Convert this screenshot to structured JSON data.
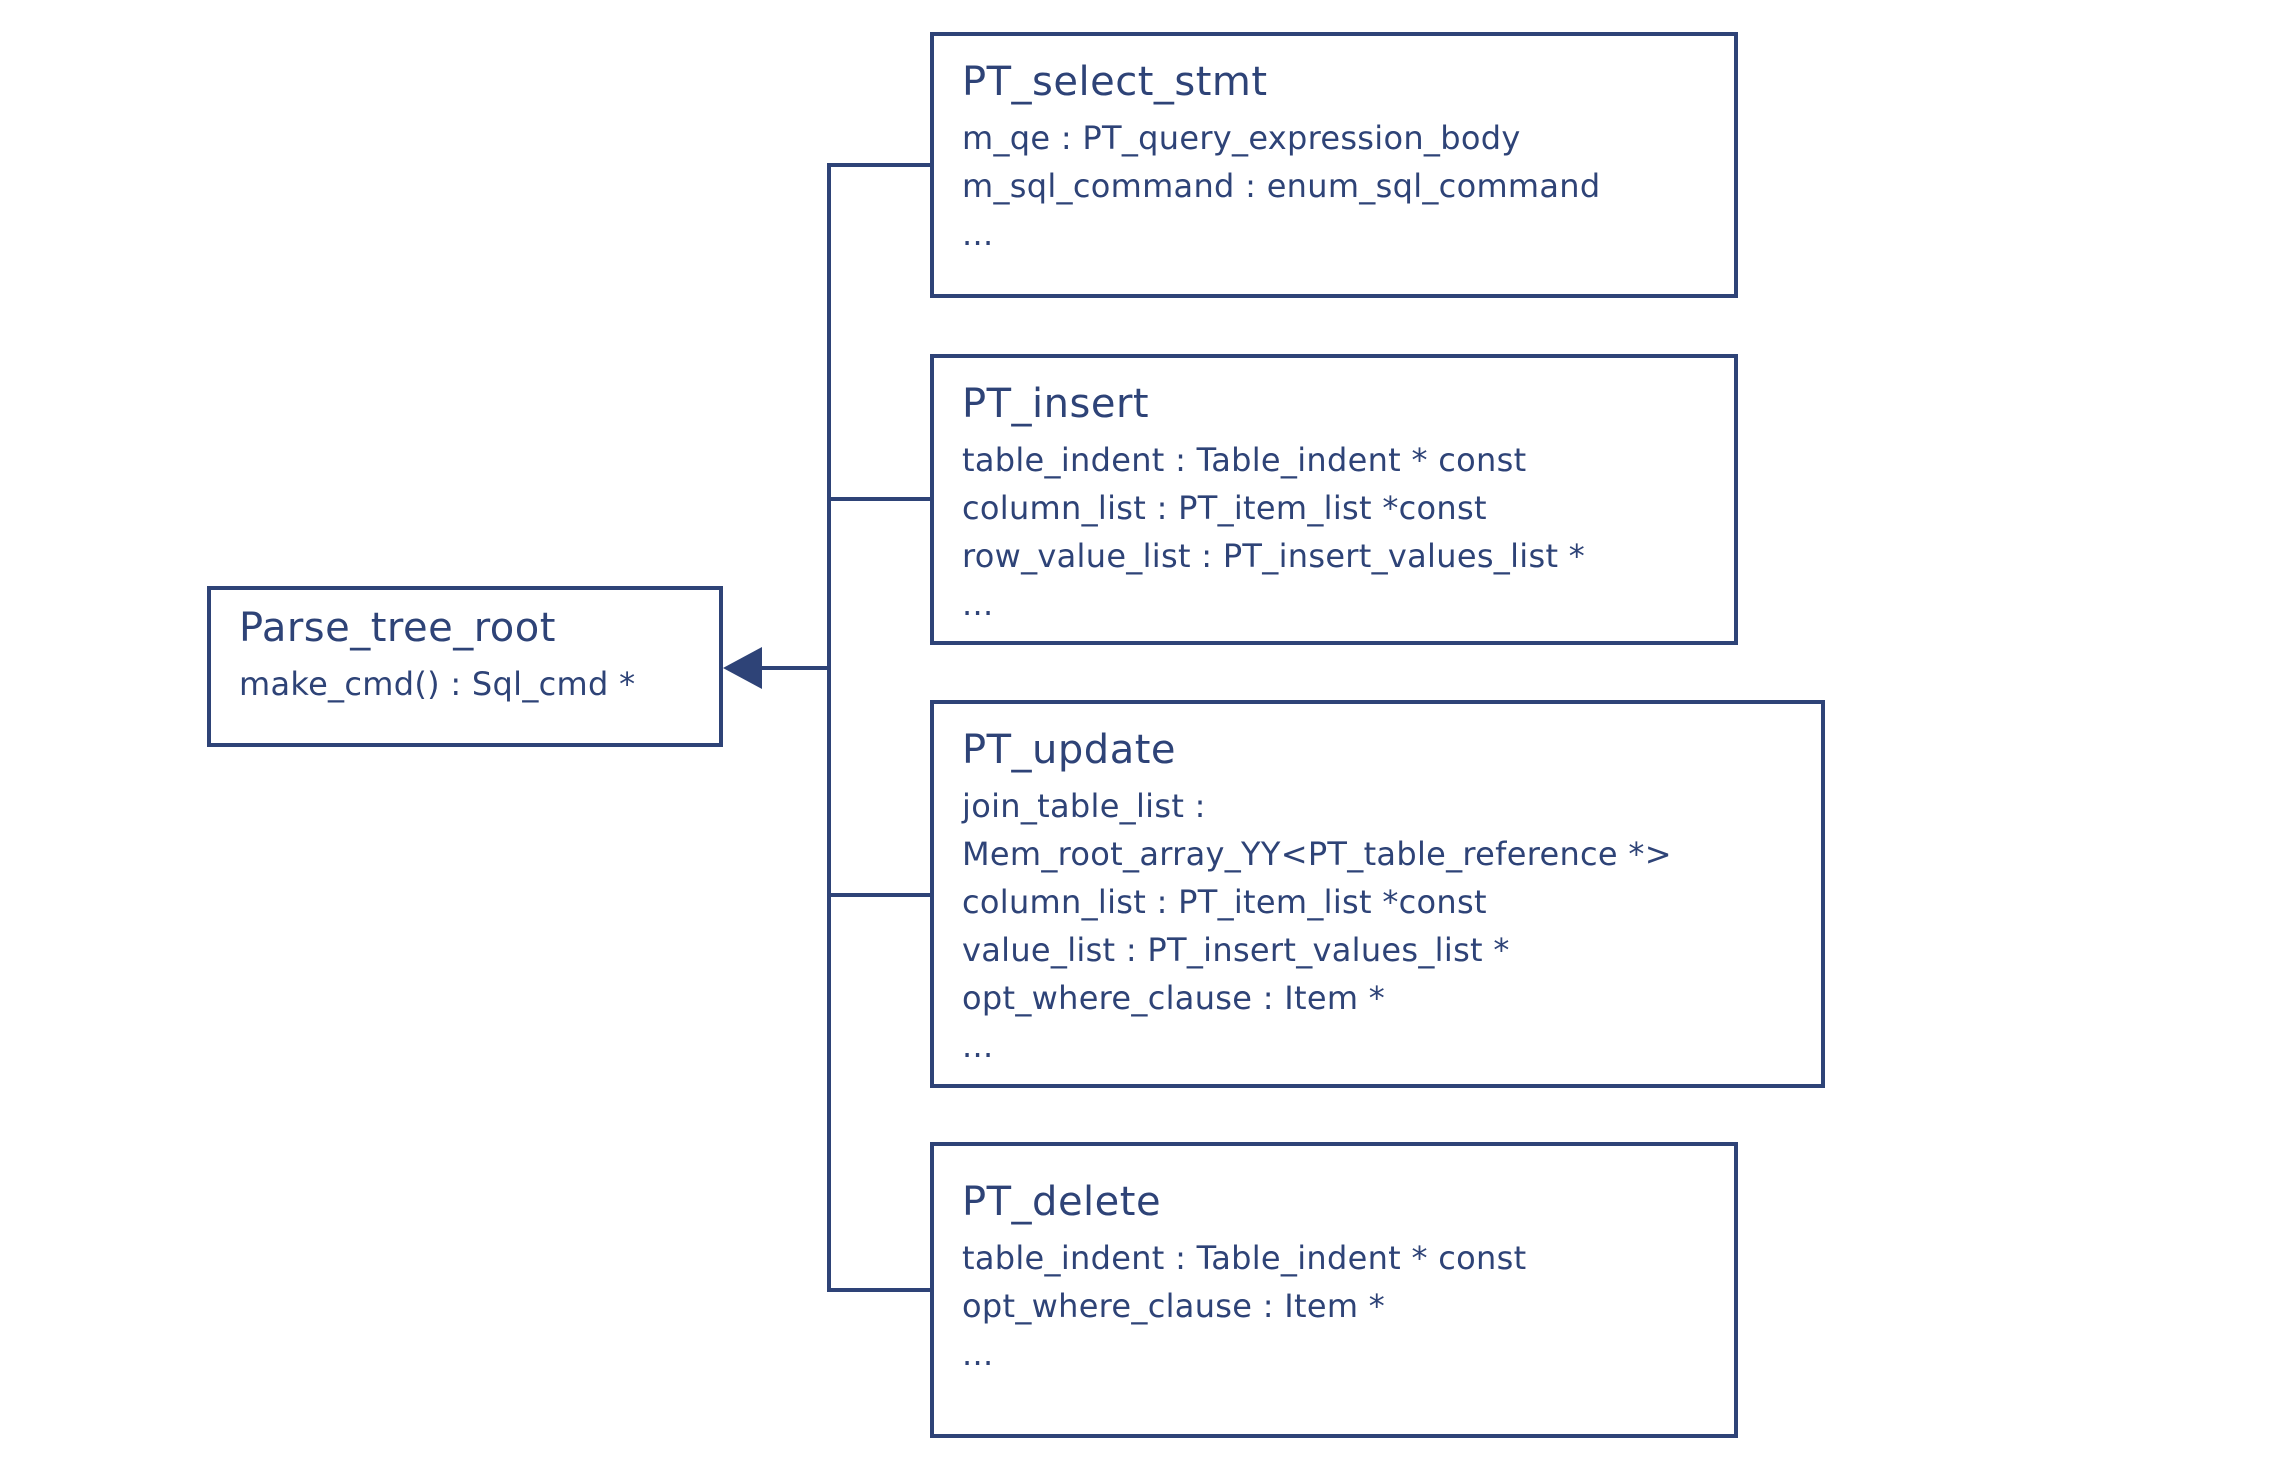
{
  "diagram": {
    "type": "uml-class-diagram",
    "background_color": "#ffffff",
    "line_color": "#2e4377",
    "classes": [
      {
        "title": "Parse_tree_root",
        "members": [
          "make_cmd() : Sql_cmd *"
        ]
      },
      {
        "title": "PT_select_stmt",
        "members": [
          "m_qe : PT_query_expression_body",
          "m_sql_command : enum_sql_command",
          "..."
        ]
      },
      {
        "title": "PT_insert",
        "members": [
          "table_indent : Table_indent * const",
          "column_list : PT_item_list *const",
          "row_value_list : PT_insert_values_list *",
          "..."
        ]
      },
      {
        "title": "PT_update",
        "members": [
          "join_table_list :",
          "Mem_root_array_YY<PT_table_reference *>",
          "column_list : PT_item_list *const",
          "value_list : PT_insert_values_list *",
          "opt_where_clause : Item *",
          "..."
        ]
      },
      {
        "title": "PT_delete",
        "members": [
          "table_indent : Table_indent * const",
          "opt_where_clause : Item *",
          "..."
        ]
      }
    ],
    "relationship": {
      "kind": "inheritance-arrow",
      "target": "Parse_tree_root",
      "sources": [
        "PT_select_stmt",
        "PT_insert",
        "PT_update",
        "PT_delete"
      ]
    }
  }
}
